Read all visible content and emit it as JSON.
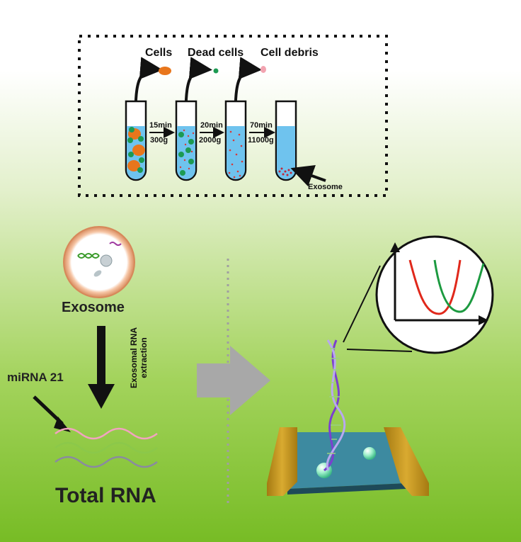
{
  "protocol": {
    "stage_labels": [
      "Cells",
      "Dead cells",
      "Cell debris"
    ],
    "steps": [
      {
        "time": "15min",
        "force": "300g"
      },
      {
        "time": "20min",
        "force": "2000g"
      },
      {
        "time": "70min",
        "force": "11000g"
      }
    ],
    "pellet_label": "Exosome"
  },
  "exosome_label": "Exosome",
  "extraction_label_line1": "Exosomal RNA",
  "extraction_label_line2": "extraction",
  "mirna_label": "miRNA 21",
  "total_rna_label": "Total RNA",
  "colors": {
    "bg_top": "#ffffff",
    "bg_bottom": "#7bbf2a",
    "tube_liquid": "#6fc3ee",
    "cell_orange": "#e8761c",
    "cell_green": "#1c9a52",
    "debris_pink": "#f2a3b0",
    "curve_red": "#e0281b",
    "curve_green": "#1c9a40",
    "electrode": "#c79a1c",
    "substrate": "#3d8aa0",
    "dna": "#7b3fd0",
    "arrow_gray": "#a8a8a8"
  }
}
